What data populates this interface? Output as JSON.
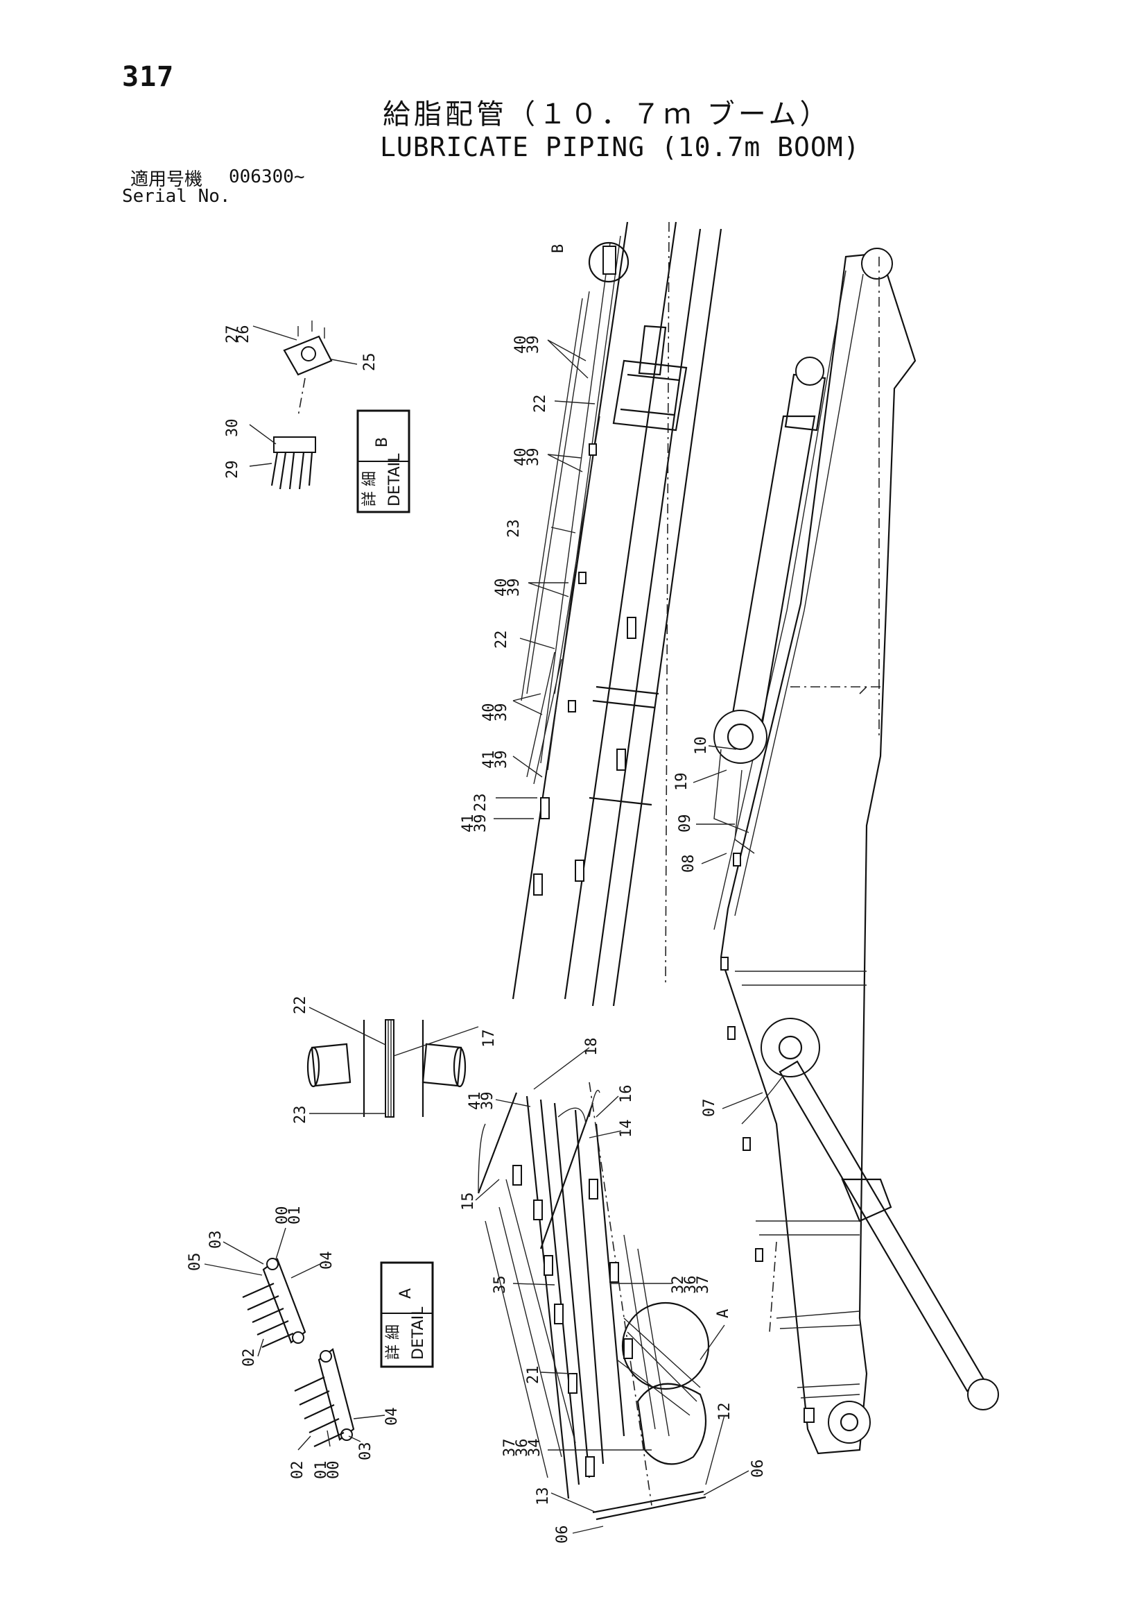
{
  "page": {
    "number": "317",
    "title_jp": "給脂配管（１０．７ｍ ブーム）",
    "title_en": "LUBRICATE PIPING (10.7m BOOM)",
    "serial_label_jp": "適用号機",
    "serial_value": "006300~",
    "serial_label_en": "Serial No."
  },
  "details": [
    {
      "id": "B",
      "label_jp": "詳 細",
      "label_en": "DETAIL",
      "letter": "B"
    },
    {
      "id": "A",
      "label_jp": "詳 細",
      "label_en": "DETAIL",
      "letter": "A"
    }
  ],
  "callouts": {
    "detail_b": [
      "27",
      "26",
      "25",
      "30",
      "29"
    ],
    "boom_upper_left": [
      "B",
      "40",
      "39",
      "22",
      "40",
      "39",
      "23",
      "40",
      "39",
      "22",
      "40",
      "39",
      "41",
      "39",
      "23",
      "41",
      "39"
    ],
    "boom_right": [
      "10",
      "19",
      "09",
      "08",
      "07"
    ],
    "mid_detail": [
      "22",
      "17",
      "23"
    ],
    "boom_lower": [
      "18",
      "41",
      "39",
      "16",
      "14",
      "15",
      "35",
      "32",
      "36",
      "37",
      "21",
      "A",
      "12",
      "37",
      "36",
      "34",
      "06",
      "13",
      "06"
    ],
    "detail_a": [
      "05",
      "03",
      "00",
      "01",
      "04",
      "02",
      "02",
      "01",
      "00",
      "03",
      "04"
    ]
  }
}
